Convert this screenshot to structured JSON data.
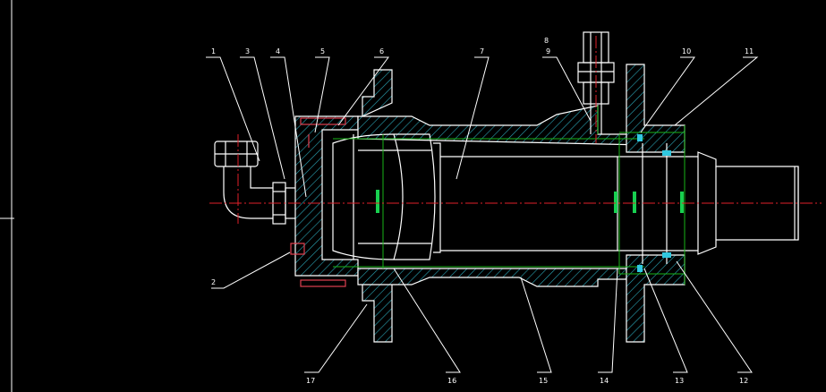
{
  "canvas": {
    "background": "#000000",
    "colors": {
      "outline": "#ffffff",
      "hatch": "#2aa5b5",
      "centerline": "#e0202a",
      "construction": "#18b418",
      "dimension_mark": "#18d050",
      "fastener": "#e04050",
      "seal": "#30c8e0"
    }
  },
  "callouts": {
    "top": [
      {
        "id": "c1",
        "label": "1"
      },
      {
        "id": "c2",
        "label": "3"
      },
      {
        "id": "c3",
        "label": "4"
      },
      {
        "id": "c4",
        "label": "5"
      },
      {
        "id": "c5",
        "label": "6"
      },
      {
        "id": "c6",
        "label": "7"
      },
      {
        "id": "c7",
        "label": "8"
      },
      {
        "id": "c8",
        "label": "9"
      },
      {
        "id": "c9",
        "label": "10"
      },
      {
        "id": "c10",
        "label": "11"
      }
    ],
    "left": [
      {
        "id": "c11",
        "label": "2"
      }
    ],
    "bottom": [
      {
        "id": "c12",
        "label": "17"
      },
      {
        "id": "c13",
        "label": "16"
      },
      {
        "id": "c14",
        "label": "15"
      },
      {
        "id": "c15",
        "label": "14"
      },
      {
        "id": "c16",
        "label": "13"
      },
      {
        "id": "c17",
        "label": "12"
      }
    ]
  }
}
